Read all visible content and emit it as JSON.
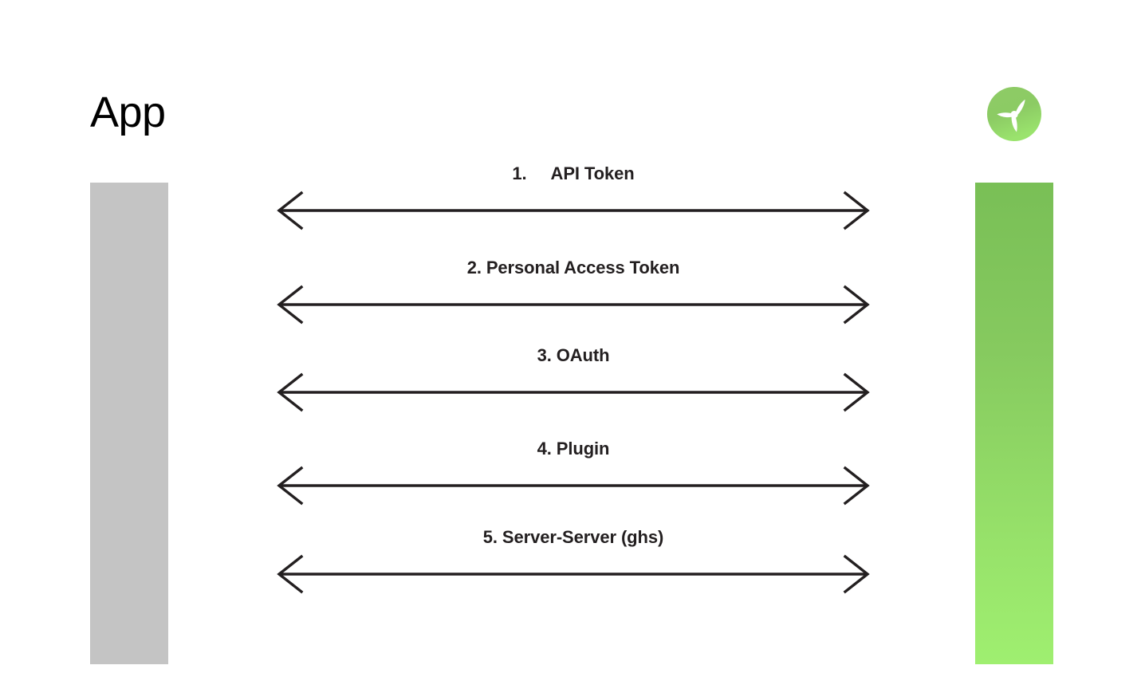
{
  "diagram": {
    "title": "App",
    "background_color": "#ffffff",
    "line_color": "#231f20",
    "actors": {
      "left": {
        "label": "App",
        "lifeline_color": "#c4c4c4",
        "icon": "none"
      },
      "right": {
        "label": "",
        "icon": "propeller-logo-icon",
        "logo_circle_gradient_from": "#8cc963",
        "logo_circle_gradient_to": "#9ae36d",
        "logo_mark_color": "#ffffff",
        "lifeline_gradient_from": "#79bf56",
        "lifeline_gradient_to": "#9fef70"
      }
    },
    "messages": [
      {
        "number": "1.",
        "label": "1.\tAPI Token",
        "text": "API Token",
        "direction": "bidirectional"
      },
      {
        "number": "2.",
        "label": "2. Personal Access Token",
        "text": "Personal Access Token",
        "direction": "bidirectional"
      },
      {
        "number": "3.",
        "label": "3. OAuth",
        "text": "OAuth",
        "direction": "bidirectional"
      },
      {
        "number": "4.",
        "label": "4. Plugin",
        "text": "Plugin",
        "direction": "bidirectional"
      },
      {
        "number": "5.",
        "label": "5. Server-Server (ghs)",
        "text": "Server-Server (ghs)",
        "direction": "bidirectional"
      }
    ]
  }
}
